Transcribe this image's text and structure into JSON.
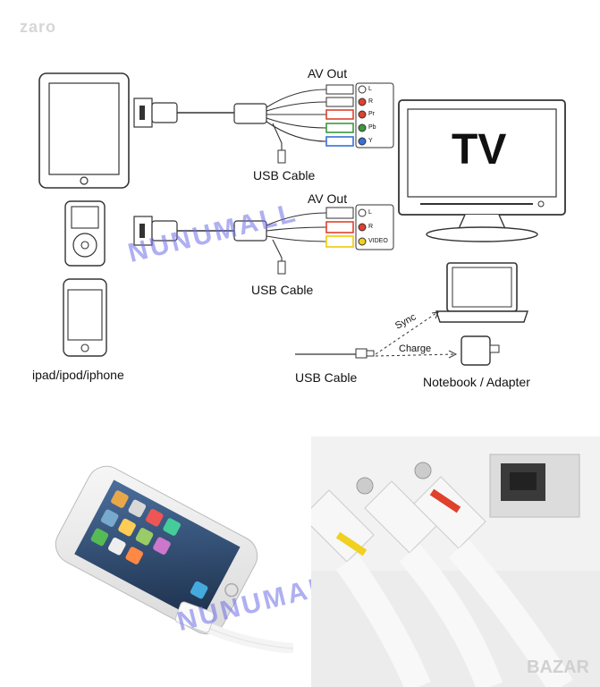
{
  "watermarks": {
    "top_left": "zaro",
    "diagonal": "NUNUMALL",
    "bottom_right": "BAZAR"
  },
  "diagram": {
    "av_out_top": "AV Out",
    "av_out_mid": "AV Out",
    "usb_cable_top": "USB Cable",
    "usb_cable_mid": "USB Cable",
    "usb_cable_bottom": "USB Cable",
    "device_caption": "ipad/ipod/iphone",
    "tv_label": "TV",
    "sync_label": "Sync",
    "charge_label": "Charge",
    "notebook_label": "Notebook / Adapter",
    "component_ports": [
      "L",
      "R",
      "Pr",
      "Pb",
      "Y"
    ],
    "composite_ports": [
      "L",
      "R",
      "VIDEO"
    ],
    "port_colors": {
      "white": "#ffffff",
      "red": "#e0412c",
      "green": "#3a9a3a",
      "blue": "#3a6fd8",
      "yellow": "#f0d020"
    }
  }
}
